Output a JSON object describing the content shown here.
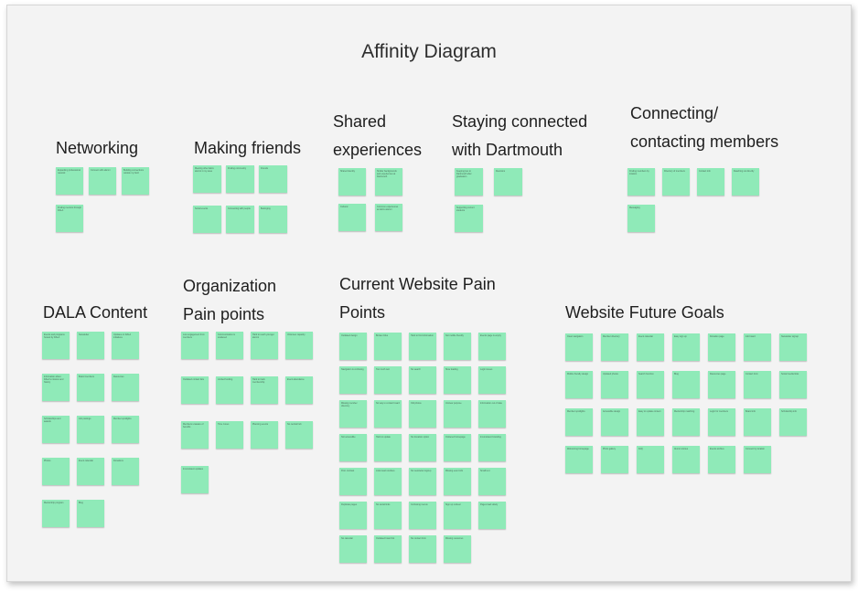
{
  "title": "Affinity Diagram",
  "note_color": "#8feab8",
  "clusters": [
    {
      "heading": [
        "Networking"
      ],
      "notes": [
        "Expanding professional network",
        "Connect with alumni",
        "Building connections outside my field",
        "Finding mentors through DALA"
      ]
    },
    {
      "heading": [
        "Making friends"
      ],
      "notes": [
        "Meeting other latinx alumni in my area",
        "Finding community",
        "Friends",
        "Social events",
        "Connecting with people",
        "Belonging"
      ]
    },
    {
      "heading": [
        "Shared",
        "experiences"
      ],
      "notes": [
        "Shared identity",
        "Similar backgrounds and experiences at Dartmouth",
        "Cultural",
        "Common experiences as latinx alumni"
      ]
    },
    {
      "heading": [
        "Staying connected",
        "with Dartmouth"
      ],
      "notes": [
        "Keeping ties to Dartmouth after graduation",
        "Reunions",
        "Supporting current students"
      ]
    },
    {
      "heading": [
        "Connecting/",
        "contacting members"
      ],
      "notes": [
        "Finding members by location",
        "Directory of members",
        "Contact info",
        "Reaching out directly",
        "Messaging"
      ]
    },
    {
      "heading": [
        "DALA Content"
      ],
      "notes": [
        "Events and programs hosted by DALA",
        "Newsletter",
        "Updates on DALA initiatives",
        "Information about DALA's mission and history",
        "Board members",
        "Resources",
        "Scholarships and awards",
        "Job postings",
        "Member spotlights",
        "Photos",
        "Event calendar",
        "Donations",
        "Mentorship program",
        "Blog"
      ]
    },
    {
      "heading": [
        "Organization",
        "Pain points"
      ],
      "notes": [
        "Low engagement from members",
        "Communication is scattered",
        "Hard to reach younger alumni",
        "Volunteer capacity",
        "Outdated contact lists",
        "Limited funding",
        "Hard to track membership",
        "Event attendance",
        "Members unaware of benefits",
        "Time zones",
        "Planning events",
        "No central hub",
        "Inconsistent updates"
      ]
    },
    {
      "heading": [
        "Current Website Pain",
        "Points"
      ],
      "notes": [
        "Outdated design",
        "Broken links",
        "Hard to find information",
        "Not mobile friendly",
        "Events page is empty",
        "Navigation is confusing",
        "Too much text",
        "No search",
        "Slow loading",
        "Login issues",
        "Missing member directory",
        "No way to contact board",
        "Old photos",
        "Unclear purpose",
        "Information out of date",
        "Not accessible",
        "Hard to update",
        "No donation option",
        "Cluttered homepage",
        "Inconsistent branding",
        "Poor contrast",
        "Links lead nowhere",
        "No newsletter signup",
        "Missing event info",
        "Small text",
        "Duplicate pages",
        "No social links",
        "Confusing menus",
        "Sign up unclear",
        "Pages load slowly",
        "No calendar",
        "Outdated board list",
        "No contact form",
        "Missing resources"
      ]
    },
    {
      "heading": [
        "Website Future Goals"
      ],
      "notes": [
        "Clear navigation",
        "Member directory",
        "Event calendar",
        "Easy sign up",
        "Donation page",
        "Job board",
        "Newsletter signup",
        "Mobile friendly design",
        "Updated photos",
        "Search function",
        "Blog",
        "Resources page",
        "Contact form",
        "Social media links",
        "Member spotlights",
        "Accessible design",
        "Easy to update content",
        "Mentorship matching",
        "Login for members",
        "Board info",
        "Scholarship info",
        "Welcoming homepage",
        "Photo gallery",
        "FAQ",
        "Alumni stories",
        "Events archive",
        "Connect by location"
      ]
    }
  ]
}
